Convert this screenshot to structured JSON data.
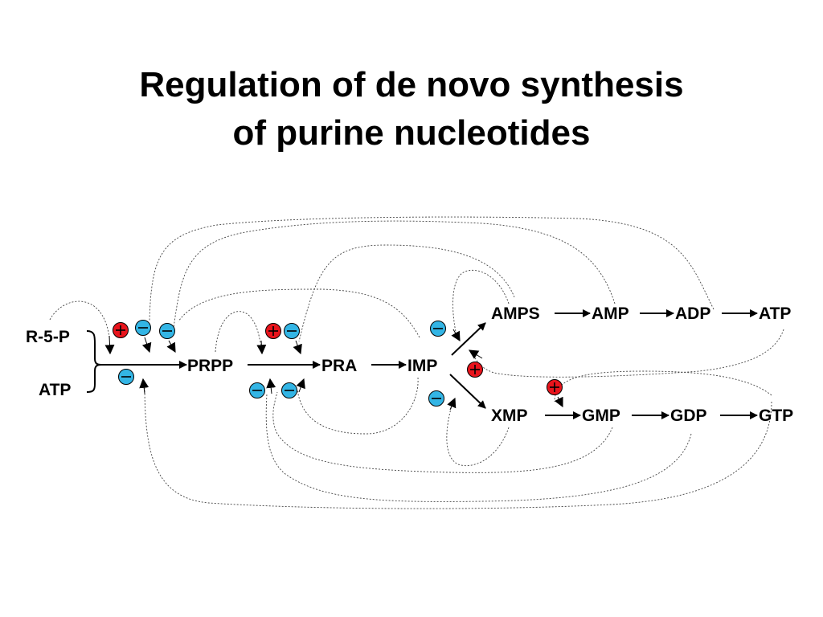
{
  "title": {
    "line1": "Regulation of de novo synthesis",
    "line2": "of purine nucleotides"
  },
  "nodes": {
    "r5p": "R-5-P",
    "atp_in": "ATP",
    "prpp": "PRPP",
    "pra": "PRA",
    "imp": "IMP",
    "amps": "AMPS",
    "amp": "AMP",
    "adp": "ADP",
    "atp": "ATP",
    "xmp": "XMP",
    "gmp": "GMP",
    "gdp": "GDP",
    "gtp": "GTP"
  },
  "colors": {
    "activator": "#e8141c",
    "inhibitor": "#33b5e5",
    "text": "#000000"
  },
  "legend_icons": {
    "activator": "plus-circle-icon",
    "inhibitor": "minus-circle-icon"
  }
}
